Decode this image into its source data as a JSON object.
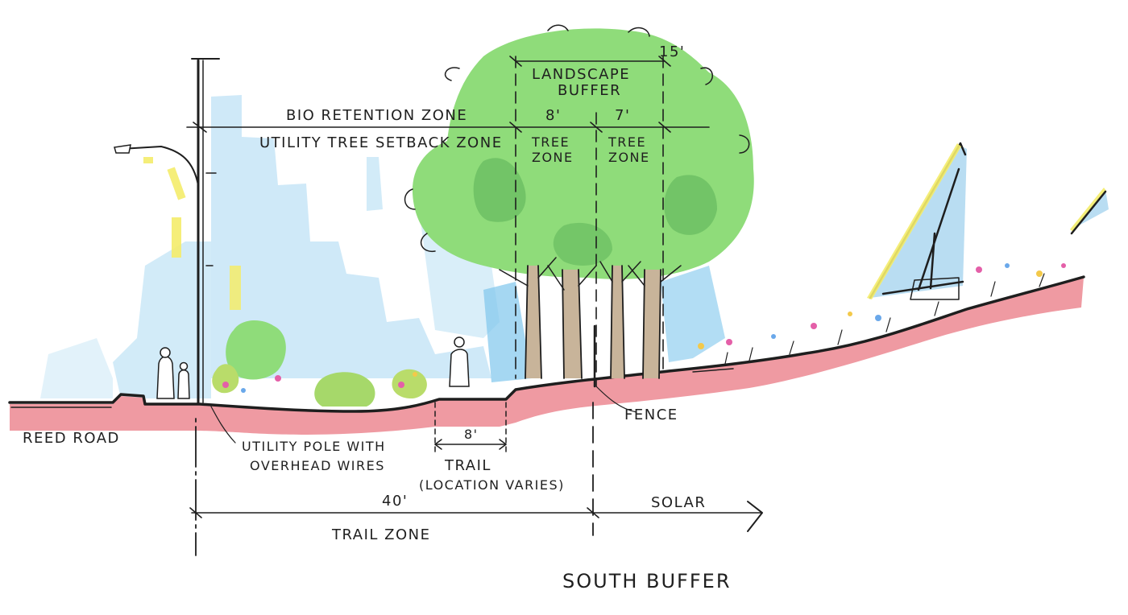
{
  "title": "SOUTH BUFFER",
  "labels": {
    "road": "REED ROAD",
    "landscape_buffer_line1": "LANDSCAPE",
    "landscape_buffer_line2": "BUFFER",
    "bio_retention": "BIO RETENTION ZONE",
    "utility_setback": "UTILITY TREE SETBACK ZONE",
    "tree_zone_a_line1": "TREE",
    "tree_zone_a_line2": "ZONE",
    "tree_zone_b_line1": "TREE",
    "tree_zone_b_line2": "ZONE",
    "utility_pole_line1": "UTILITY POLE WITH",
    "utility_pole_line2": "OVERHEAD WIRES",
    "trail_line1": "TRAIL",
    "trail_line2": "(LOCATION VARIES)",
    "fence": "FENCE",
    "solar": "SOLAR",
    "trail_zone": "TRAIL ZONE"
  },
  "dimensions": {
    "landscape_buffer": "15'",
    "tree_zone_a": "8'",
    "tree_zone_b": "7'",
    "trail_width": "8'",
    "trail_zone": "40'"
  },
  "colors": {
    "ground": "#ef9aa2",
    "sky_wash": "#bfe2f5",
    "tree_canopy": "#8fdc7a",
    "trunk": "#c8b49a",
    "solar_panel": "#b9ddf2",
    "highlight_yellow": "#f4ec6a",
    "ink": "#1e1e1e"
  }
}
